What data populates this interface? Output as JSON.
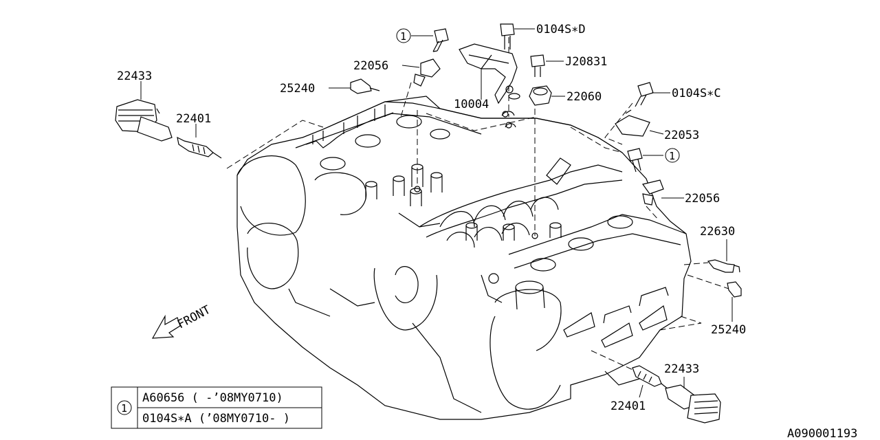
{
  "labels": {
    "p22433_top": "22433",
    "p22401_top": "22401",
    "p25240_top": "25240",
    "p22056_top": "22056",
    "p10004": "10004",
    "p0104S_D": "0104S∗D",
    "pJ20831": "J20831",
    "p22060": "22060",
    "p0104S_C": "0104S∗C",
    "p22053": "22053",
    "p22056_right": "22056",
    "p22630": "22630",
    "p25240_right": "25240",
    "p22433_bottom": "22433",
    "p22401_bottom": "22401"
  },
  "callouts": {
    "ref_number": "1",
    "circle_top": "1",
    "circle_right": "1"
  },
  "front_label": "FRONT",
  "legend": {
    "ref": "1",
    "rows": [
      "A60656 ( -’08MY0710)",
      "0104S∗A (’08MY0710- )"
    ]
  },
  "diagram_code": "A090001193"
}
